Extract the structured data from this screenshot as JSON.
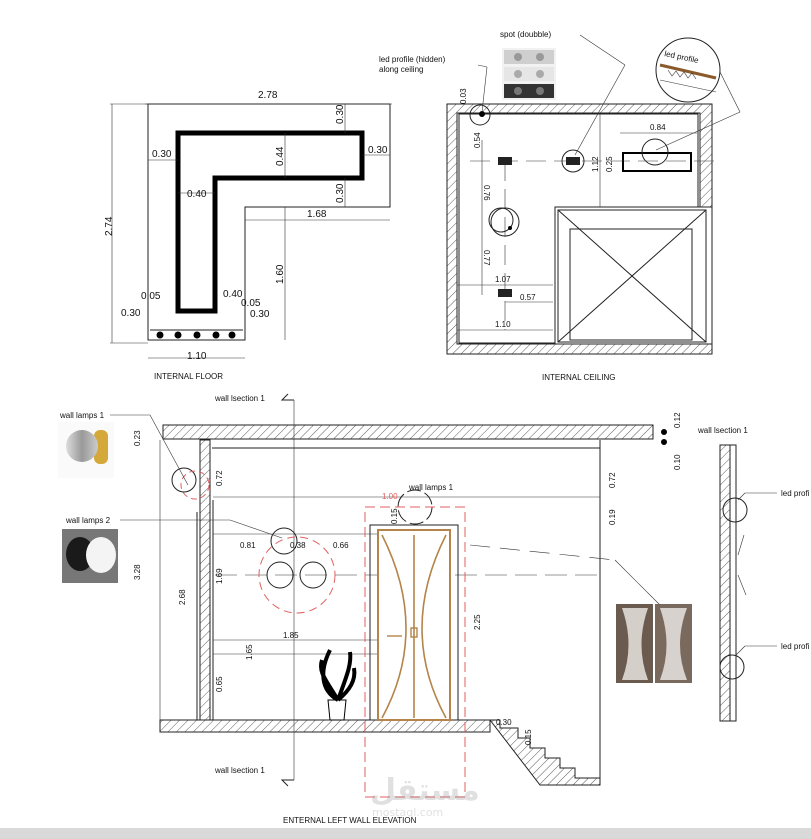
{
  "floor_plan": {
    "title": "INTERNAL FLOOR",
    "dims": {
      "total_width": "2.78",
      "total_height": "2.74",
      "top_offset": "0.30",
      "left_offset": "0.30",
      "arm_height": "0.44",
      "right_offset": "0.30",
      "arm_bottom": "0.30",
      "stem_width": "0.40",
      "arm_length": "1.68",
      "stem_height": "1.60",
      "base_width": "1.10",
      "d1": "0.05",
      "d2": "0.40",
      "d3": "0.05",
      "d4": "0.30",
      "d5": "0.30"
    }
  },
  "ceiling_plan": {
    "title": "INTERNAL CEILING",
    "callouts": {
      "led_hidden": "led profile (hidden)",
      "led_hidden_2": "along ceiling",
      "spot": "spot (doubble)",
      "led_profile": "led profile"
    },
    "dims": {
      "corner": "0.03",
      "a": "0.54",
      "b": "0.76",
      "c": "0.77",
      "d": "1.07",
      "e": "0.57",
      "f": "1.10",
      "g": "1.12",
      "h": "0.25",
      "i": "0.84"
    }
  },
  "elevation": {
    "title": "ENTERNAL LEFT WALL ELEVATION",
    "section_label_top": "wall lsection 1",
    "section_label_bottom": "wall lsection 1",
    "callouts": {
      "lamps1": "wall lamps 1",
      "lamps2": "wall lamps 2",
      "lamps1_door": "wall lamps 1"
    },
    "dims": {
      "h_total": "3.28",
      "h_inner": "2.68",
      "top": "0.23",
      "a": "0.72",
      "b": "1.69",
      "c": "1.65",
      "d": "0.65",
      "e": "0.81",
      "f": "0.38",
      "g": "0.66",
      "h": "1.85",
      "i": "1.00",
      "j": "0.15",
      "k": "2.25",
      "l": "0.72",
      "m": "0.19",
      "n": "0.30",
      "o": "0.15",
      "slab1": "0.12",
      "slab2": "0.10"
    }
  },
  "wall_section": {
    "title": "wall lsection 1",
    "led1": "led profi",
    "led2": "led profi"
  },
  "watermark": {
    "arabic": "مستقل",
    "latin": "mostaql.com"
  },
  "colors": {
    "door": "#b5844a",
    "red": "#e06060",
    "line": "#222222"
  }
}
